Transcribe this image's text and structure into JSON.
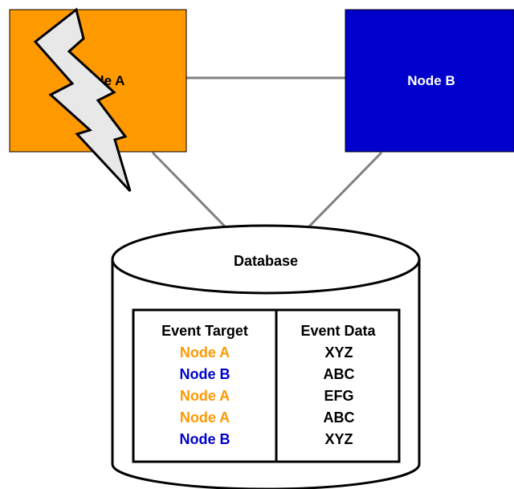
{
  "colors": {
    "node_a": "#FF9900",
    "node_b": "#0000CC",
    "connector": "#808080",
    "lightning_fill": "#E8E8E8",
    "black": "#000000",
    "white": "#FFFFFF"
  },
  "node_a": {
    "label": "Node A"
  },
  "node_b": {
    "label": "Node B"
  },
  "database": {
    "label": "Database"
  },
  "table": {
    "headers": [
      "Event Target",
      "Event Data"
    ],
    "rows": [
      {
        "target": "Node A",
        "target_color": "#FF9900",
        "data": "XYZ"
      },
      {
        "target": "Node B",
        "target_color": "#0000CC",
        "data": "ABC"
      },
      {
        "target": "Node A",
        "target_color": "#FF9900",
        "data": "EFG"
      },
      {
        "target": "Node A",
        "target_color": "#FF9900",
        "data": "ABC"
      },
      {
        "target": "Node B",
        "target_color": "#0000CC",
        "data": "XYZ"
      }
    ]
  }
}
